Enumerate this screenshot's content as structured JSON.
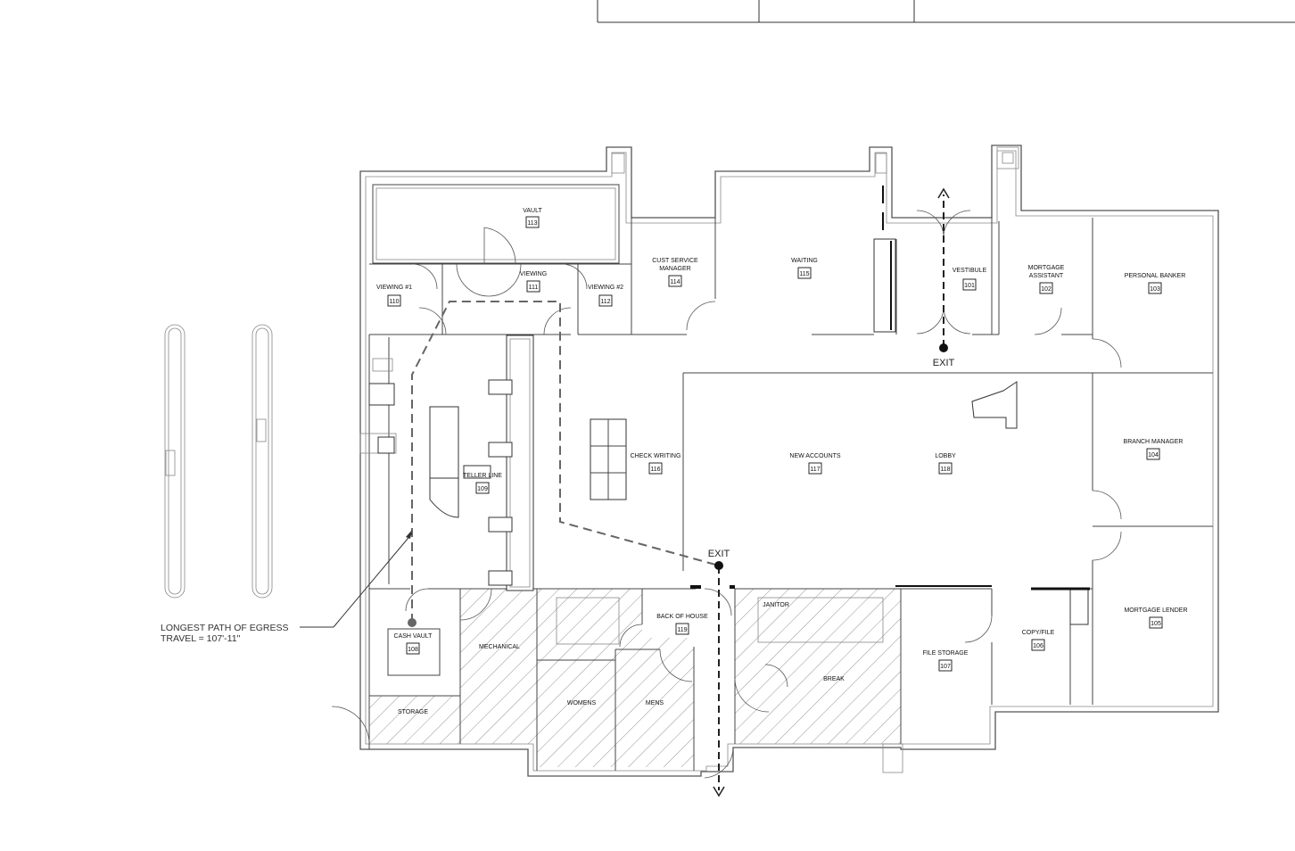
{
  "rooms": [
    {
      "name": "VAULT",
      "number": "113"
    },
    {
      "name": "VIEWING",
      "number": "111"
    },
    {
      "name": "VIEWING #1",
      "number": "110"
    },
    {
      "name": "VIEWING #2",
      "number": "112"
    },
    {
      "name": "CUST SERVICE MANAGER",
      "number": "114"
    },
    {
      "name": "WAITING",
      "number": "115"
    },
    {
      "name": "VESTIBULE",
      "number": "101"
    },
    {
      "name": "MORTGAGE ASSISTANT",
      "number": "102"
    },
    {
      "name": "PERSONAL BANKER",
      "number": "103"
    },
    {
      "name": "TELLER LINE",
      "number": "109"
    },
    {
      "name": "CHECK WRITING",
      "number": "116"
    },
    {
      "name": "NEW ACCOUNTS",
      "number": "117"
    },
    {
      "name": "LOBBY",
      "number": "118"
    },
    {
      "name": "BRANCH MANAGER",
      "number": "104"
    },
    {
      "name": "CASH VAULT",
      "number": "108"
    },
    {
      "name": "BACK OF HOUSE",
      "number": "119"
    },
    {
      "name": "FILE STORAGE",
      "number": "107"
    },
    {
      "name": "COPY/FILE",
      "number": "106"
    },
    {
      "name": "MORTGAGE LENDER",
      "number": "105"
    }
  ],
  "unnumbered_rooms": [
    "MECHANICAL",
    "WOMENS",
    "MENS",
    "JANITOR",
    "BREAK",
    "STORAGE"
  ],
  "exits": [
    "EXIT",
    "EXIT"
  ],
  "egress_note": {
    "line1": "LONGEST PATH OF EGRESS",
    "line2": "TRAVEL = 107'-11\""
  }
}
